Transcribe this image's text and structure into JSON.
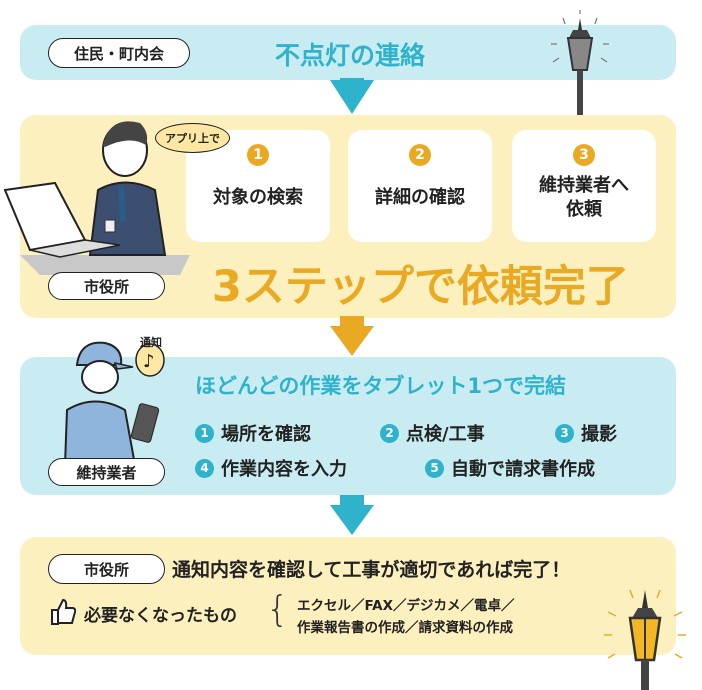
{
  "step1": {
    "badge": "住民・町内会",
    "title": "不点灯の連絡"
  },
  "step2": {
    "badge": "市役所",
    "bubble": "アプリ上で",
    "cards": [
      {
        "num": "1",
        "label": "対象の検索"
      },
      {
        "num": "2",
        "label": "詳細の確認"
      },
      {
        "num": "3",
        "label": "維持業者へ\n依頼"
      }
    ],
    "headline": "3ステップで依頼完了"
  },
  "step3": {
    "badge": "維持業者",
    "notice": "通知",
    "title": "ほどんどの作業をタブレット1つで完結",
    "items": [
      {
        "num": "1",
        "label": "場所を確認"
      },
      {
        "num": "2",
        "label": "点検/工事"
      },
      {
        "num": "3",
        "label": "撮影"
      },
      {
        "num": "4",
        "label": "作業内容を入力"
      },
      {
        "num": "5",
        "label": "自動で請求書作成"
      }
    ]
  },
  "step4": {
    "badge": "市役所",
    "title": "通知内容を確認して工事が適切であれば完了！",
    "no_longer_needed_label": "必要なくなったもの",
    "no_longer_needed_lines": [
      "エクセル／FAX／デジカメ／電卓／",
      "作業報告書の作成／請求資料の作成"
    ]
  },
  "colors": {
    "blue_panel": "#c9ecf3",
    "yellow_panel": "#fdf0bf",
    "teal": "#2fb3cc",
    "orange": "#eaa923"
  }
}
